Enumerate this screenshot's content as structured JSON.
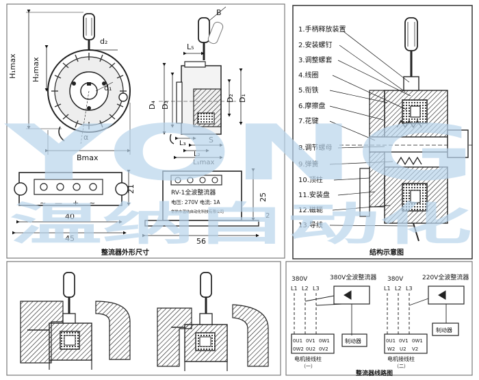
{
  "watermark": {
    "latin": "YONG",
    "chinese": "温纳自动化",
    "color": "#b9d5ec"
  },
  "dimension_labels": {
    "b": "B",
    "d2": "d₂",
    "d1": "d₁",
    "h1max": "H₁max",
    "h2max": "H₂max",
    "alpha": "α",
    "bmax": "Bmax",
    "l5": "L₅",
    "d4": "D₄",
    "d3": "D₃",
    "d2_cap": "D₂",
    "d1_cap": "D₁",
    "l3": "L₃",
    "s": "S",
    "l2": "L₂",
    "l1max": "L₁max"
  },
  "rectifier_dims": {
    "w40": "40",
    "w45": "45",
    "h21": "21",
    "h25": "25",
    "w56": "56",
    "h2": "2"
  },
  "rectifier_plate": {
    "signs": [
      "~",
      "—",
      "+",
      "~"
    ],
    "title": "RV-1全波整流器",
    "spec": "电压: 270V 电流: 1A",
    "maker": "常熟市温纳自动化科技有限公司"
  },
  "captions": {
    "rectifier": "整流器外形尺寸",
    "structure": "结构示意图",
    "wiring": "整流器线路图"
  },
  "parts": [
    "1.手柄释放装置",
    "2.安装螺钉",
    "3.调整螺套",
    "4.线圈",
    "5.衔铁",
    "6.摩擦盘",
    "7.花键",
    "8.调节螺母",
    "9.弹簧",
    "10.顶柱",
    "11.安装盘",
    "12.磁轭",
    "13.导线"
  ],
  "wiring": {
    "left": {
      "voltage": "380V",
      "rectifier": "380V全波整流器",
      "lines": [
        "L1",
        "L2",
        "L3"
      ],
      "terminals_top": [
        "0U1",
        "0V1",
        "0W1"
      ],
      "terminals_bottom": [
        "0W2",
        "0U2",
        "0V2"
      ],
      "brake": "制动器",
      "label": "电机接线柱",
      "index": "（一）"
    },
    "right": {
      "voltage": "380V",
      "rectifier": "220V全波整流器",
      "lines": [
        "L1",
        "L2",
        "L3"
      ],
      "terminals_top": [
        "0U1",
        "0V1",
        "0W1"
      ],
      "terminals_bottom": [
        "W2",
        "U2",
        "V2"
      ],
      "brake": "制动器",
      "label": "电机接线柱",
      "index": "（二）"
    }
  }
}
